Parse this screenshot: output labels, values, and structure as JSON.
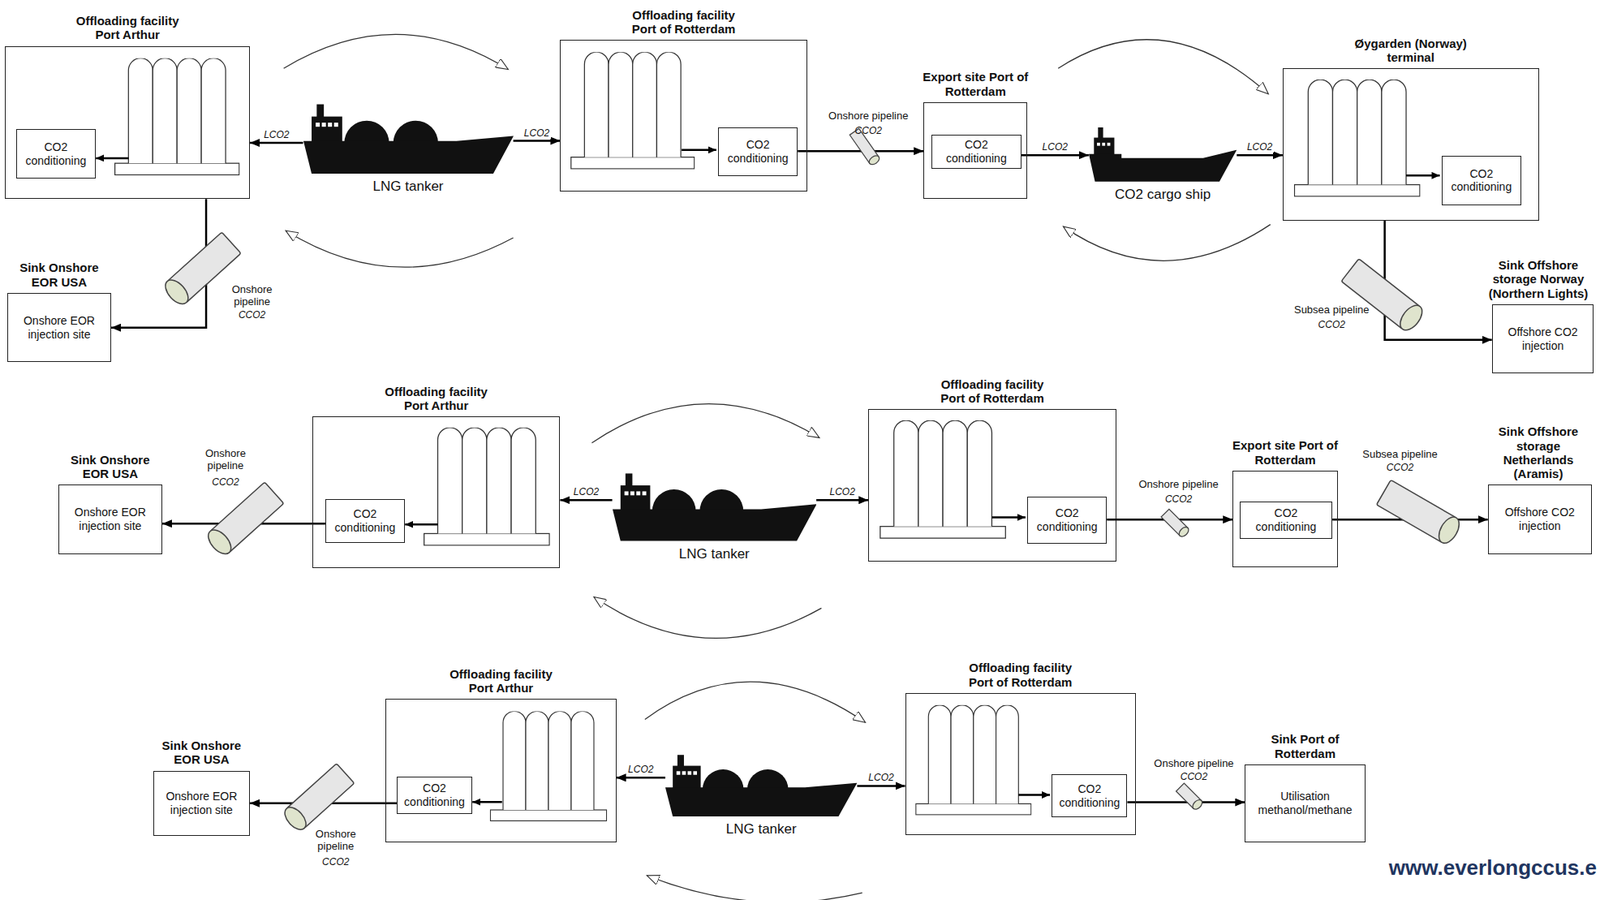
{
  "diagram": {
    "nodes": [
      {
        "text": [
          "Offloading facility Port Arthur"
        ]
      },
      {
        "text": [
          "CO2 conditioning"
        ],
        "in": 0
      },
      {
        "text": [
          "Sink Onshore EOR USA",
          "Onshore EOR injection site"
        ]
      },
      {
        "text": [
          "LNG tanker"
        ]
      },
      {
        "text": [
          "Offloading facility Port of Rotterdam"
        ]
      },
      {
        "text": [
          "CO2 conditioning"
        ],
        "in": 4
      },
      {
        "text": [
          "Export site Port of Rotterdam"
        ]
      },
      {
        "text": [
          "CO2 conditioning"
        ],
        "in": 6
      },
      {
        "text": [
          "CO2 cargo ship"
        ]
      },
      {
        "text": [
          "Øygarden (Norway) terminal"
        ]
      },
      {
        "text": [
          "CO2 conditioning"
        ],
        "in": 9
      },
      {
        "text": [
          "Sink Offshore storage Norway (Northern Lights)",
          "Offshore CO2 injection"
        ]
      },
      {
        "text": [
          "Sink Onshore EOR USA",
          "Onshore EOR injection site"
        ]
      },
      {
        "text": [
          "Offloading facility Port Arthur"
        ]
      },
      {
        "text": [
          "CO2 conditioning"
        ],
        "in": 13
      },
      {
        "text": [
          "LNG tanker"
        ]
      },
      {
        "text": [
          "Offloading facility Port of Rotterdam"
        ]
      },
      {
        "text": [
          "CO2 conditioning"
        ],
        "in": 16
      },
      {
        "text": [
          "Export site Port of Rotterdam"
        ]
      },
      {
        "text": [
          "CO2 conditioning"
        ],
        "in": 18
      },
      {
        "text": [
          "Sink Offshore storage Netherlands (Aramis)",
          "Offshore CO2 injection"
        ]
      },
      {
        "text": [
          "Sink Onshore EOR USA",
          "Onshore EOR injection site"
        ]
      },
      {
        "text": [
          "Offloading facility Port Arthur"
        ]
      },
      {
        "text": [
          "CO2 conditioning"
        ],
        "in": 22
      },
      {
        "text": [
          "LNG tanker"
        ]
      },
      {
        "text": [
          "Offloading facility Port of Rotterdam"
        ]
      },
      {
        "text": [
          "CO2 conditioning"
        ],
        "in": 25
      },
      {
        "text": [
          "Sink Port of Rotterdam",
          "Utilisation methanol/methane"
        ]
      }
    ],
    "edges": [
      {
        "from": 3,
        "to": 0,
        "arrow": "to",
        "label": "LCO2"
      },
      {
        "from": 3,
        "to": 4,
        "arrow": "to",
        "label": "LCO2"
      },
      {
        "from": 0,
        "to": 2,
        "arrow": "to"
      },
      {
        "from": 5,
        "to": 6,
        "arrow": "to"
      },
      {
        "from": 7,
        "to": 8,
        "arrow": "to",
        "label": "LCO2"
      },
      {
        "from": 8,
        "to": 9,
        "arrow": "to",
        "label": "LCO2"
      },
      {
        "from": 9,
        "to": 11,
        "arrow": "to"
      },
      {
        "from": 15,
        "to": 13,
        "arrow": "to",
        "label": "LCO2"
      },
      {
        "from": 15,
        "to": 16,
        "arrow": "to",
        "label": "LCO2"
      },
      {
        "from": 14,
        "to": 12,
        "arrow": "to"
      },
      {
        "from": 17,
        "to": 18,
        "arrow": "to"
      },
      {
        "from": 19,
        "to": 20,
        "arrow": "to"
      },
      {
        "from": 24,
        "to": 22,
        "arrow": "to",
        "label": "LCO2"
      },
      {
        "from": 24,
        "to": 25,
        "arrow": "to",
        "label": "LCO2"
      },
      {
        "from": 23,
        "to": 21,
        "arrow": "to"
      },
      {
        "from": 26,
        "to": 27,
        "arrow": "to"
      }
    ],
    "labels": [
      "Onshore pipeline",
      "CCO2",
      "Onshore pipeline",
      "CCO2",
      "Subsea pipeline",
      "CCO2",
      "Onshore pipeline",
      "CCO2",
      "Onshore pipeline",
      "CCO2",
      "Subsea pipeline",
      "CCO2",
      "Onshore pipeline",
      "CCO2",
      "Onshore pipeline",
      "CCO2",
      "www.everlongccus.e"
    ]
  }
}
